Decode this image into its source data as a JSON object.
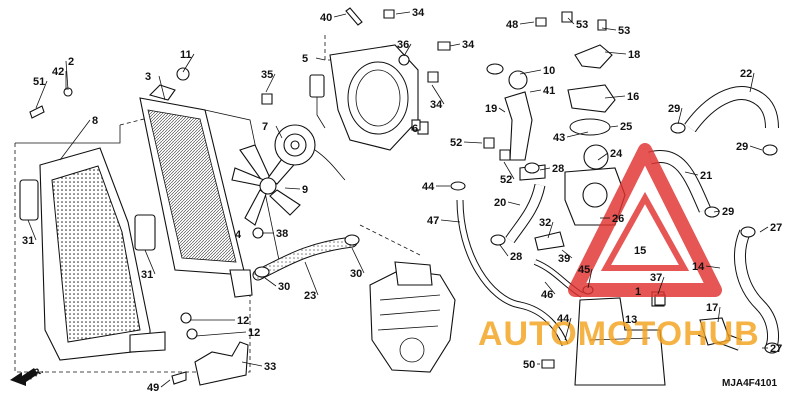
{
  "diagram": {
    "code": "MJA4F4101",
    "direction_label": "FR.",
    "watermark_text": "AUTOMOTOHUB",
    "watermark_colors": {
      "red": "#e0322f",
      "orange": "#f3a21d"
    }
  },
  "callouts": [
    "1",
    "2",
    "3",
    "4",
    "5",
    "6",
    "7",
    "8",
    "9",
    "10",
    "11",
    "12",
    "12",
    "13",
    "14",
    "15",
    "16",
    "17",
    "18",
    "19",
    "20",
    "21",
    "22",
    "23",
    "24",
    "25",
    "26",
    "27",
    "27",
    "28",
    "28",
    "29",
    "29",
    "29",
    "30",
    "30",
    "31",
    "31",
    "32",
    "33",
    "34",
    "34",
    "34",
    "35",
    "36",
    "37",
    "38",
    "39",
    "40",
    "41",
    "42",
    "43",
    "44",
    "44",
    "45",
    "46",
    "47",
    "48",
    "49",
    "50",
    "51",
    "52",
    "52",
    "53",
    "53"
  ]
}
